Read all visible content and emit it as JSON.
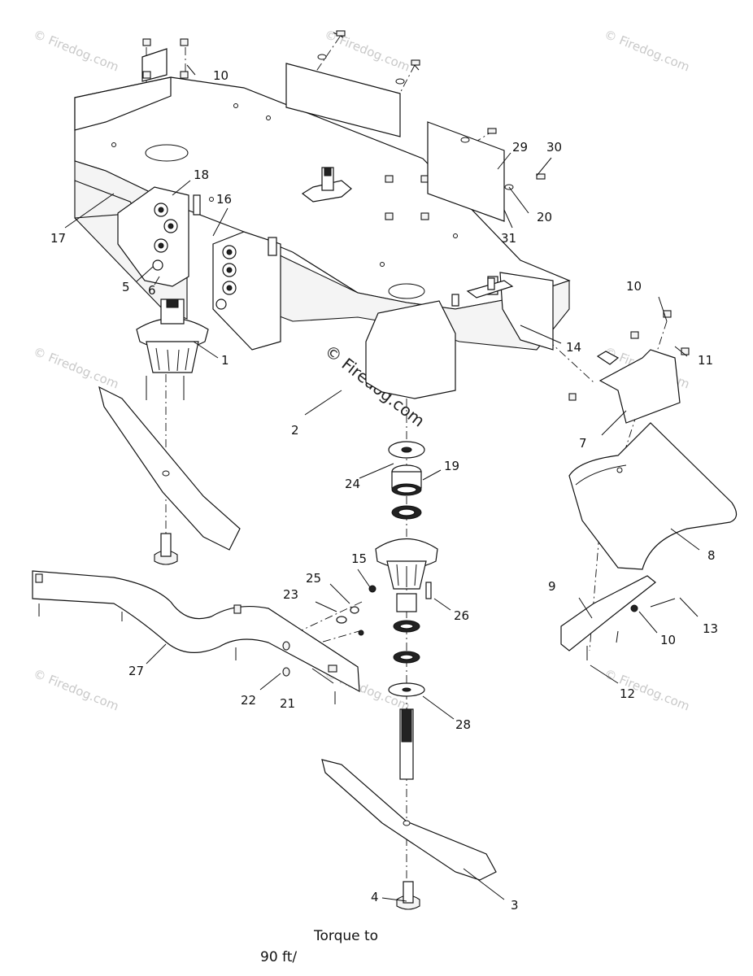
{
  "callouts": [
    {
      "id": "c1",
      "text": "1"
    },
    {
      "id": "c2",
      "text": "2"
    },
    {
      "id": "c3",
      "text": "3"
    },
    {
      "id": "c4",
      "text": "4"
    },
    {
      "id": "c5",
      "text": "5"
    },
    {
      "id": "c6",
      "text": "6"
    },
    {
      "id": "c7",
      "text": "7"
    },
    {
      "id": "c8",
      "text": "8"
    },
    {
      "id": "c9",
      "text": "9"
    },
    {
      "id": "c10a",
      "text": "10"
    },
    {
      "id": "c10b",
      "text": "10"
    },
    {
      "id": "c10c",
      "text": "10"
    },
    {
      "id": "c11",
      "text": "11"
    },
    {
      "id": "c12",
      "text": "12"
    },
    {
      "id": "c13",
      "text": "13"
    },
    {
      "id": "c14",
      "text": "14"
    },
    {
      "id": "c15",
      "text": "15"
    },
    {
      "id": "c16",
      "text": "16"
    },
    {
      "id": "c17",
      "text": "17"
    },
    {
      "id": "c18",
      "text": "18"
    },
    {
      "id": "c19",
      "text": "19"
    },
    {
      "id": "c20",
      "text": "20"
    },
    {
      "id": "c21",
      "text": "21"
    },
    {
      "id": "c22",
      "text": "22"
    },
    {
      "id": "c23",
      "text": "23"
    },
    {
      "id": "c24",
      "text": "24"
    },
    {
      "id": "c25",
      "text": "25"
    },
    {
      "id": "c26",
      "text": "26"
    },
    {
      "id": "c27",
      "text": "27"
    },
    {
      "id": "c28",
      "text": "28"
    },
    {
      "id": "c29",
      "text": "29"
    },
    {
      "id": "c30",
      "text": "30"
    },
    {
      "id": "c31",
      "text": "31"
    }
  ],
  "watermark": {
    "text": "© Firedog.com"
  },
  "torque_note": {
    "line1": "Torque to",
    "line2": "90 ft/"
  }
}
